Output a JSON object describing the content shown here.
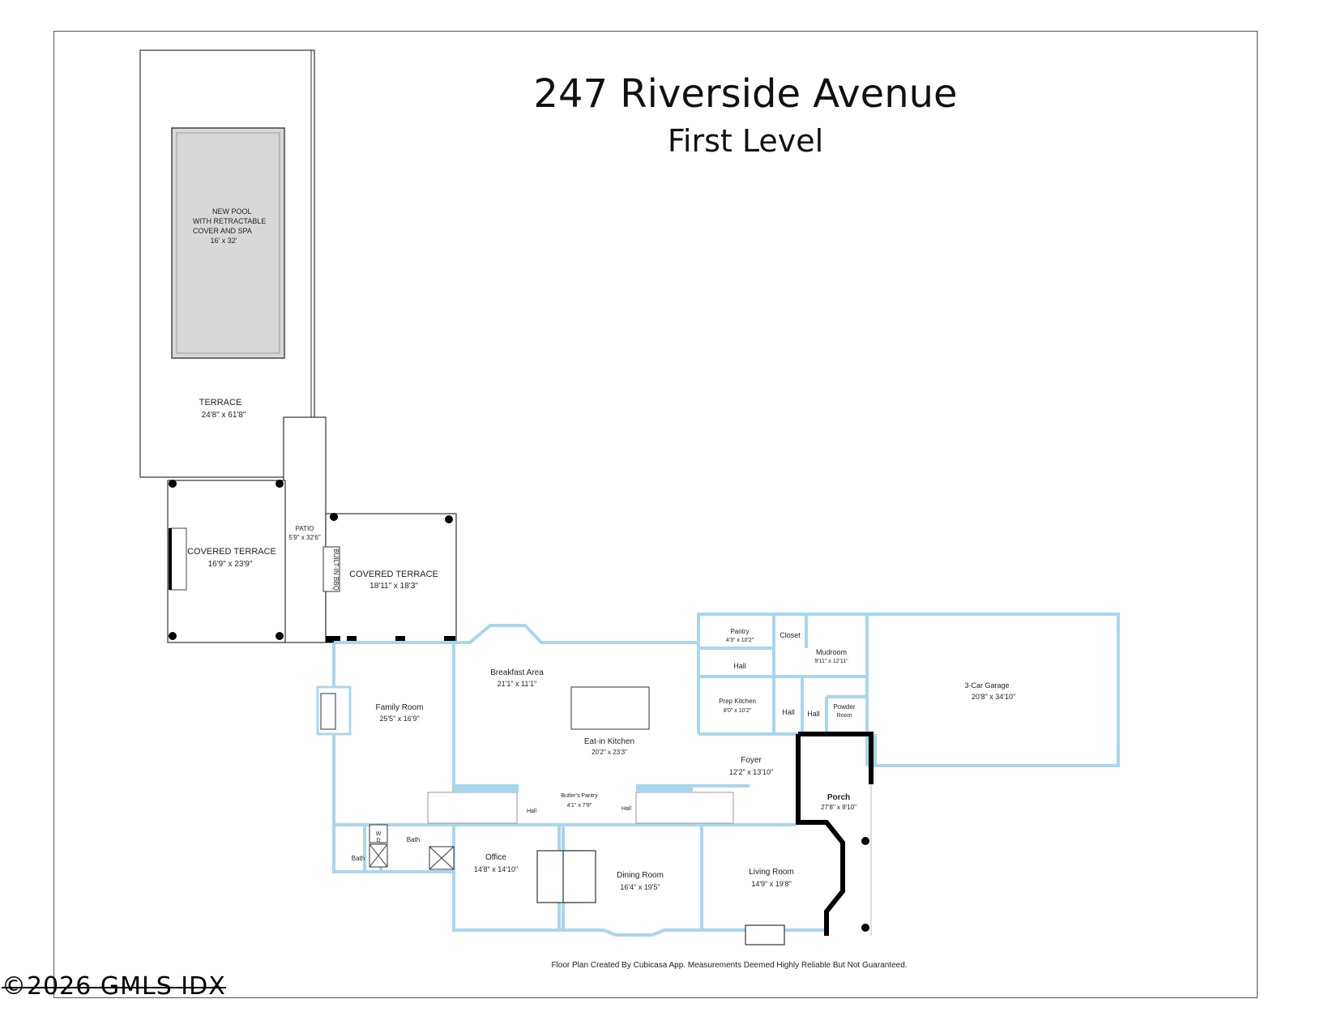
{
  "header": {
    "address": "247 Riverside Avenue",
    "level": "First Level"
  },
  "rooms": {
    "pool": {
      "line1": "NEW POOL",
      "line2": "WITH RETRACTABLE",
      "line3": "COVER AND SPA",
      "dims": "16' x 32'"
    },
    "terrace": {
      "name": "TERRACE",
      "dims": "24'8\" x 61'8\""
    },
    "covered_terrace_left": {
      "name": "COVERED TERRACE",
      "dims": "16'9\" x 23'9\""
    },
    "patio": {
      "name": "PATIO",
      "dims": "5'9\" x 32'6\""
    },
    "builtin_bbq": {
      "name": "BUILT-IN BBQ"
    },
    "covered_terrace_right": {
      "name": "COVERED TERRACE",
      "dims": "18'11\" x 18'3\""
    },
    "breakfast_area": {
      "name": "Breakfast Area",
      "dims": "21'1\" x 11'1\""
    },
    "family_room": {
      "name": "Family Room",
      "dims": "25'5\" x 16'9\""
    },
    "eat_in_kitchen": {
      "name": "Eat-in Kitchen",
      "dims": "20'2\" x 23'3\""
    },
    "pantry": {
      "name": "Pantry",
      "dims": "4'3\" x 10'2\""
    },
    "closet": {
      "name": "Closet"
    },
    "mudroom": {
      "name": "Mudroom",
      "dims": "9'11\" x 12'11\""
    },
    "hall_upper": {
      "name": "Hall"
    },
    "prep_kitchen": {
      "name": "Prep Kitchen",
      "dims": "8'0\" x 10'2\""
    },
    "hall_mid1": {
      "name": "Hall"
    },
    "hall_mid2": {
      "name": "Hall"
    },
    "powder_room": {
      "line1": "Powder",
      "line2": "Room"
    },
    "garage": {
      "name": "3-Car Garage",
      "dims": "20'8\" x 34'10\""
    },
    "foyer": {
      "name": "Foyer",
      "dims": "12'2\" x 13'10\""
    },
    "porch": {
      "name": "Porch",
      "dims": "27'8\" x 8'10\""
    },
    "butlers_pantry": {
      "name": "Butler's Pantry",
      "dims": "4'1\" x 7'9\""
    },
    "hall_small_left": {
      "name": "Hall"
    },
    "hall_small_right": {
      "name": "Hall"
    },
    "bath_left": {
      "name": "Bath"
    },
    "bath_right": {
      "name": "Bath"
    },
    "washer_dryer": {
      "w": "W",
      "d": "D"
    },
    "office": {
      "name": "Office",
      "dims": "14'8\" x 14'10\""
    },
    "dining_room": {
      "name": "Dining Room",
      "dims": "16'4\" x 19'5\""
    },
    "living_room": {
      "name": "Living Room",
      "dims": "14'9\" x 19'8\""
    }
  },
  "footer": "Floor Plan Created By Cubicasa App. Measurements Deemed Highly Reliable But Not Guaranteed.",
  "watermark": "©2026 GMLS IDX",
  "colors": {
    "interior_wall": "#a9d6ec",
    "exterior_wall": "#333333",
    "pool_fill": "#d6d6d6"
  }
}
